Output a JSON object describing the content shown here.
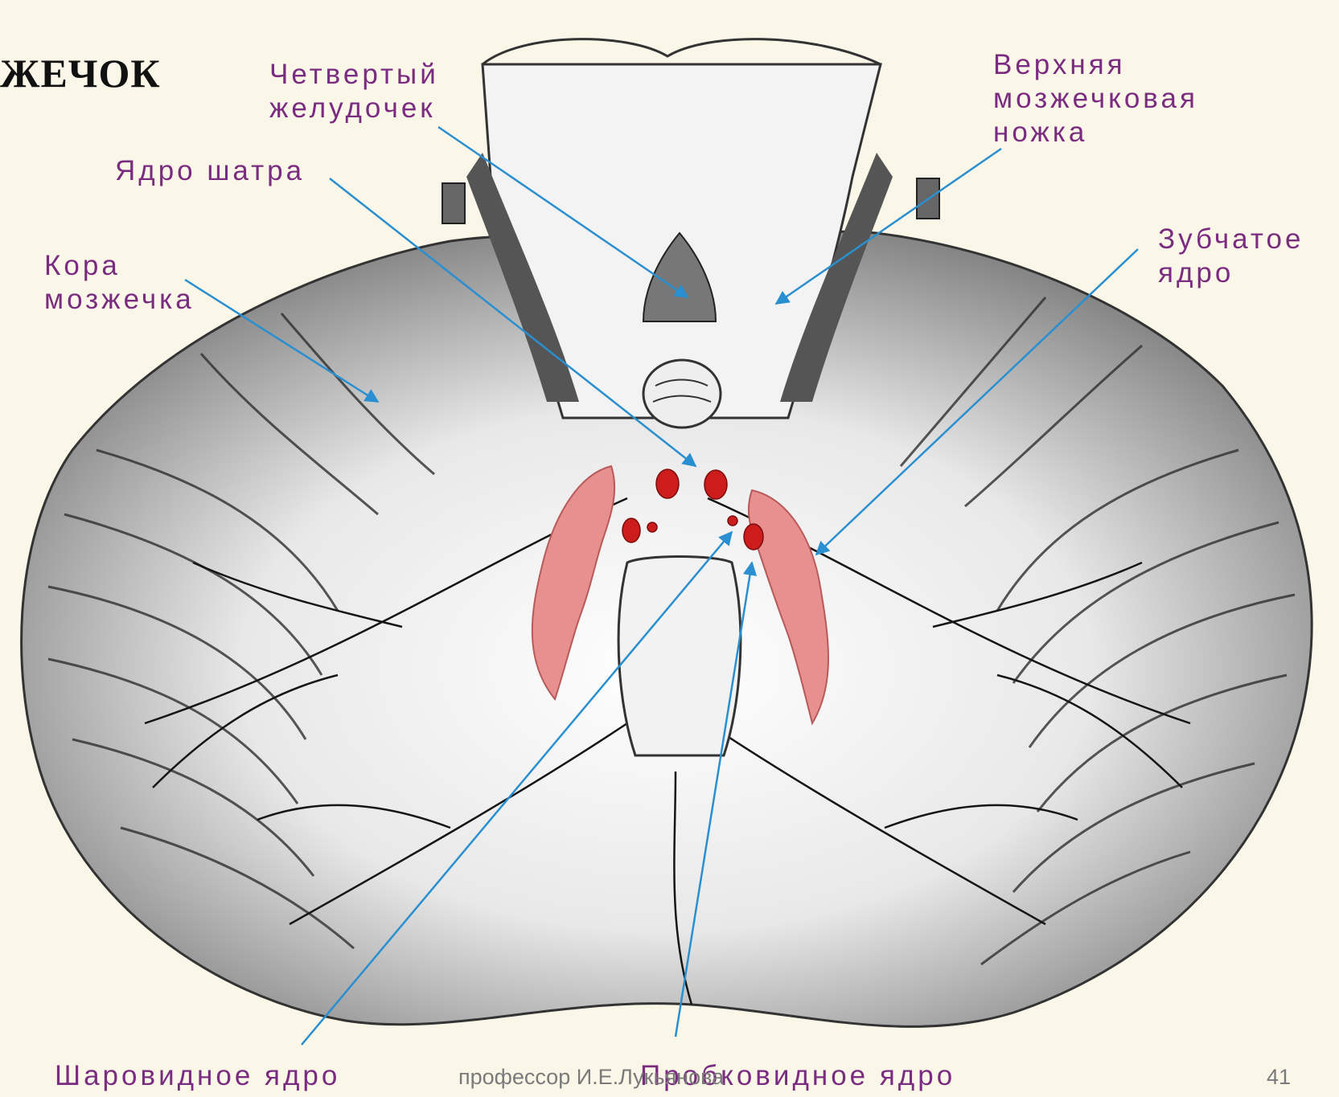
{
  "slide": {
    "title": "ЖЕЧОК",
    "author": "профессор И.Е.Лукьянова",
    "page_number": "41"
  },
  "labels": {
    "fourth_ventricle": "Четвертый\nжелудочек",
    "fastigial_nucleus": "Ядро шатра",
    "cerebellar_cortex": "Кора\nмозжечка",
    "superior_peduncle": "Верхняя\nмозжечковая\nножка",
    "dentate_nucleus": "Зубчатое\nядро",
    "globose_nucleus": "Шаровидное ядро",
    "emboliform_nucleus": "Пробковидное ядро"
  },
  "colors": {
    "background": "#fbf7e8",
    "label_text": "#7a2d80",
    "leader_line": "#2a8fd0",
    "dentate": "#e8908f",
    "nuclei": "#cc1c1c"
  }
}
